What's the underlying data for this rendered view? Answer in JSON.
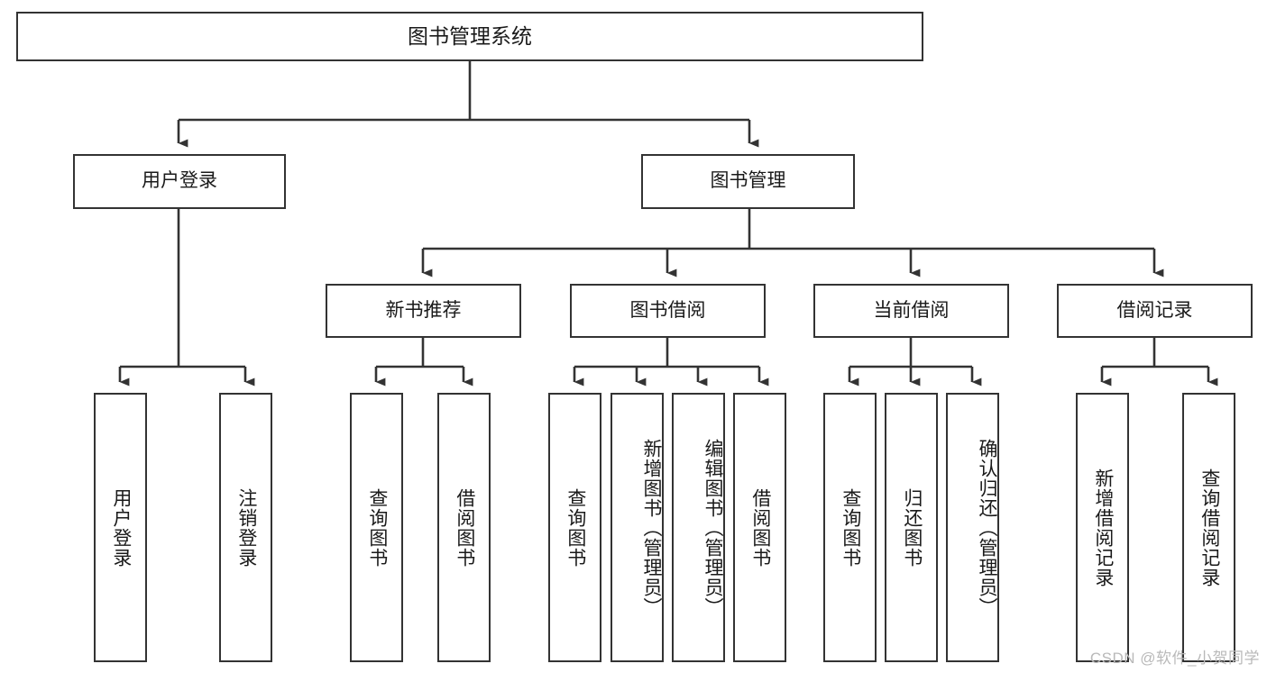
{
  "diagram": {
    "title": "图书管理系统",
    "type": "tree-hierarchy-chart",
    "watermark": "CSDN @软件_小贺同学",
    "line_color": "#333333",
    "box_fill": "#ffffff",
    "text_color": "#1a1a1a",
    "root": {
      "label": "图书管理系统"
    },
    "level2": [
      {
        "label": "用户登录"
      },
      {
        "label": "图书管理"
      }
    ],
    "level3": [
      {
        "label": "新书推荐"
      },
      {
        "label": "图书借阅"
      },
      {
        "label": "当前借阅"
      },
      {
        "label": "借阅记录"
      }
    ],
    "leaves": {
      "user_login": [
        {
          "label": "用户登录"
        },
        {
          "label": "注销登录"
        }
      ],
      "new_book_recommend": [
        {
          "label": "查询图书"
        },
        {
          "label": "借阅图书"
        }
      ],
      "book_borrow": [
        {
          "label": "查询图书"
        },
        {
          "label": "新增图书（管理员）"
        },
        {
          "label": "编辑图书（管理员）"
        },
        {
          "label": "借阅图书"
        }
      ],
      "current_borrow": [
        {
          "label": "查询图书"
        },
        {
          "label": "归还图书"
        },
        {
          "label": "确认归还（管理员）"
        }
      ],
      "borrow_record": [
        {
          "label": "新增借阅记录"
        },
        {
          "label": "查询借阅记录"
        }
      ]
    }
  }
}
